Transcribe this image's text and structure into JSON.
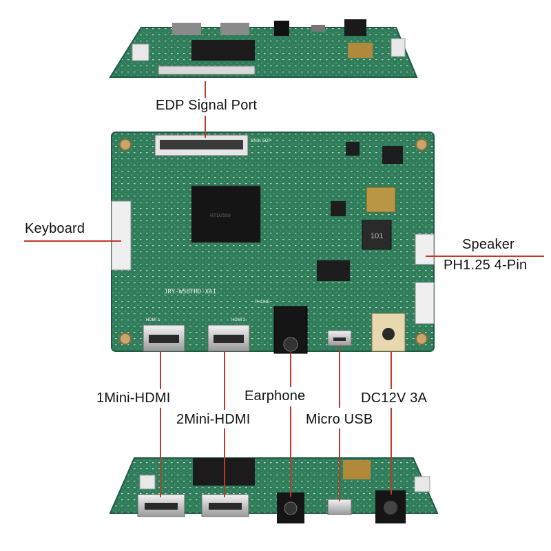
{
  "labels": {
    "edp_signal_port": "EDP Signal Port",
    "keyboard": "Keyboard",
    "speaker": "Speaker",
    "speaker_pin": "PH1.25 4-Pin",
    "mini_hdmi_1": "1Mini-HDMI",
    "mini_hdmi_2": "2Mini-HDMI",
    "earphone": "Earphone",
    "micro_usb": "Micro USB",
    "dc_power": "DC12V 3A"
  },
  "board_markings": {
    "model": "JRY-W58FHD-XA1",
    "inductor": "101",
    "edp_silk": "CN31 EDP",
    "hdmi1_silk": "HDMI 1",
    "hdmi2_silk": "HDMI 2",
    "phone_silk": "PHONE"
  },
  "colors": {
    "pcb": "#2f7d5a",
    "pcb_dark": "#1f5a40",
    "callout_line": "#c0392b"
  }
}
